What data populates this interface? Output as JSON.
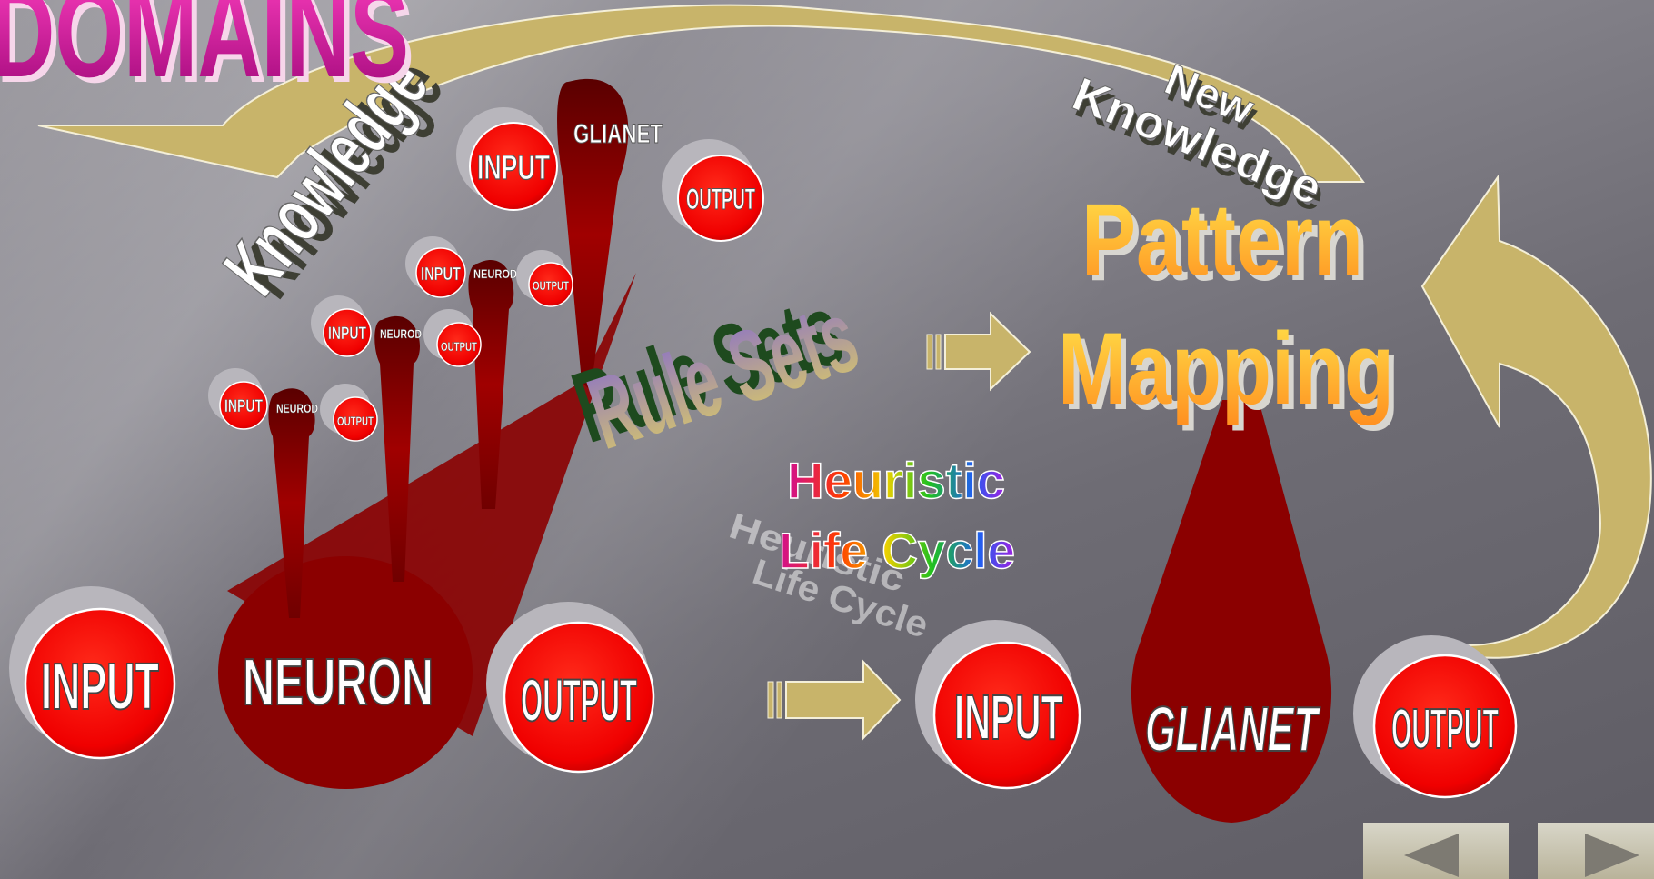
{
  "title": "DOMAINS",
  "labels": {
    "knowledge": "Knowledge",
    "new_knowledge_line1": "New",
    "new_knowledge_line2": "Knowledge",
    "rule_sets": "Rule Sets",
    "pattern": "Pattern",
    "mapping": "Mapping",
    "heuristic": "Heuristic",
    "life_cycle": "Life Cycle",
    "glianet_small": "GLIANET",
    "glianet_large": "GLIANET",
    "neuron": "NEURON",
    "neurod": "NEUROD"
  },
  "nodes": {
    "input": "INPUT",
    "output": "OUTPUT"
  },
  "navigation": {
    "prev_icon": "triangle-left-icon",
    "next_icon": "triangle-right-icon"
  },
  "colors": {
    "node_red": "#ff0000",
    "dark_red": "#8b0000",
    "gold_arrow": "#c8b46a",
    "title_magenta": "#c0108a",
    "pattern_orange": "#ffb020"
  }
}
